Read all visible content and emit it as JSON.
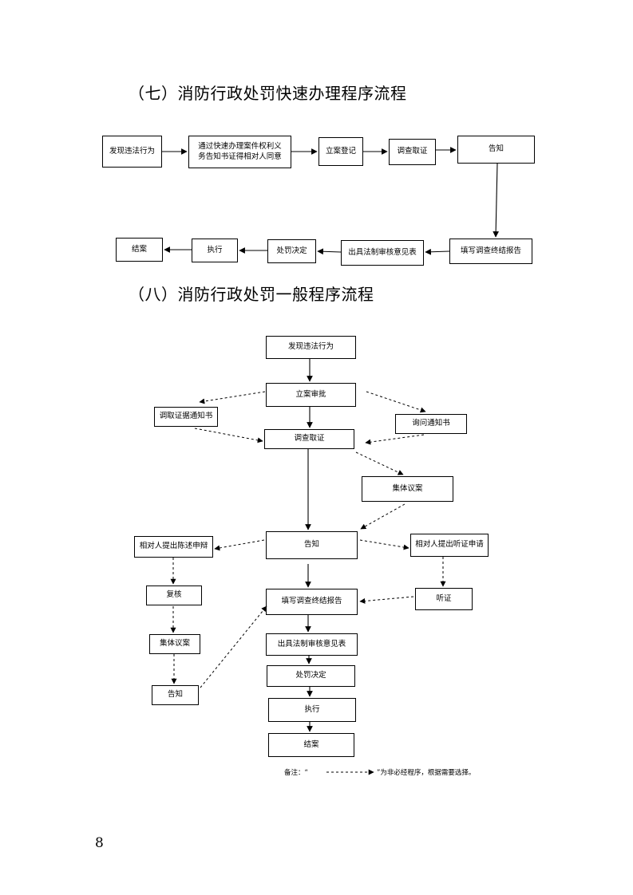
{
  "headings": {
    "fast": "（七）消防行政处罚快速办理程序流程",
    "general": "（八）消防行政处罚一般程序流程"
  },
  "fast_flow": {
    "discover": "发现违法行为",
    "notify_rights_line1": "通过快速办理案件权利义",
    "notify_rights_line2": "务告知书证得相对人同意",
    "register": "立案登记",
    "investigate": "调查取证",
    "inform": "告知",
    "final_report": "填写调查终结报告",
    "legal_review": "出具法制审核意见表",
    "decision": "处罚决定",
    "execute": "执行",
    "close": "结案"
  },
  "general_flow": {
    "discover": "发现违法行为",
    "approve": "立案审批",
    "evidence_notice": "调取证据通知书",
    "inquiry_notice": "询问通知书",
    "investigate": "调查取证",
    "collective_discussion": "集体议案",
    "inform": "告知",
    "statement_defense": "相对人提出陈述申辩",
    "hearing_request": "相对人提出听证申请",
    "review": "复核",
    "collective_discussion_2": "集体议案",
    "inform_2": "告知",
    "final_report": "填写调查终结报告",
    "hearing": "听证",
    "legal_review": "出具法制审核意见表",
    "decision": "处罚决定",
    "execute": "执行",
    "close": "结案"
  },
  "note": {
    "prefix": "备注：“",
    "suffix": "”为非必经程序，根据需要选择。"
  },
  "page_number": "8"
}
